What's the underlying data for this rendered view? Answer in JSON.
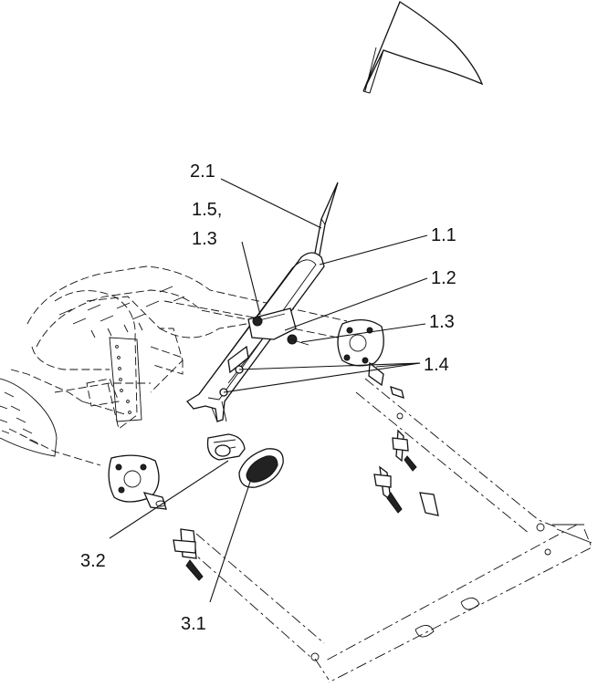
{
  "labels": {
    "l21": "2.1",
    "l15a": "1.5,",
    "l15b": "1.3",
    "l11": "1.1",
    "l12": "1.2",
    "l13": "1.3",
    "l14": "1.4",
    "l32": "3.2",
    "l31": "3.1"
  }
}
